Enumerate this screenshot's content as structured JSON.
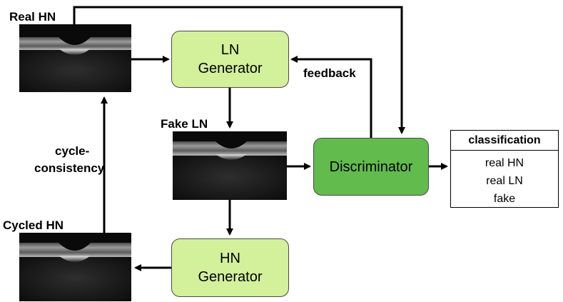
{
  "labels": {
    "real_hn": "Real HN",
    "fake_ln": "Fake LN",
    "cycled_hn": "Cycled HN",
    "feedback": "feedback",
    "cycle_line1": "cycle-",
    "cycle_line2": "consistency"
  },
  "nodes": {
    "ln_generator": [
      "LN",
      "Generator"
    ],
    "hn_generator": [
      "HN",
      "Generator"
    ],
    "discriminator": "Discriminator"
  },
  "classification": {
    "title": "classification",
    "items": [
      "real HN",
      "real LN",
      "fake"
    ]
  },
  "colors": {
    "generator_fill": "#d3f09b",
    "discriminator_fill": "#62bb4d",
    "arrow": "#000000"
  }
}
